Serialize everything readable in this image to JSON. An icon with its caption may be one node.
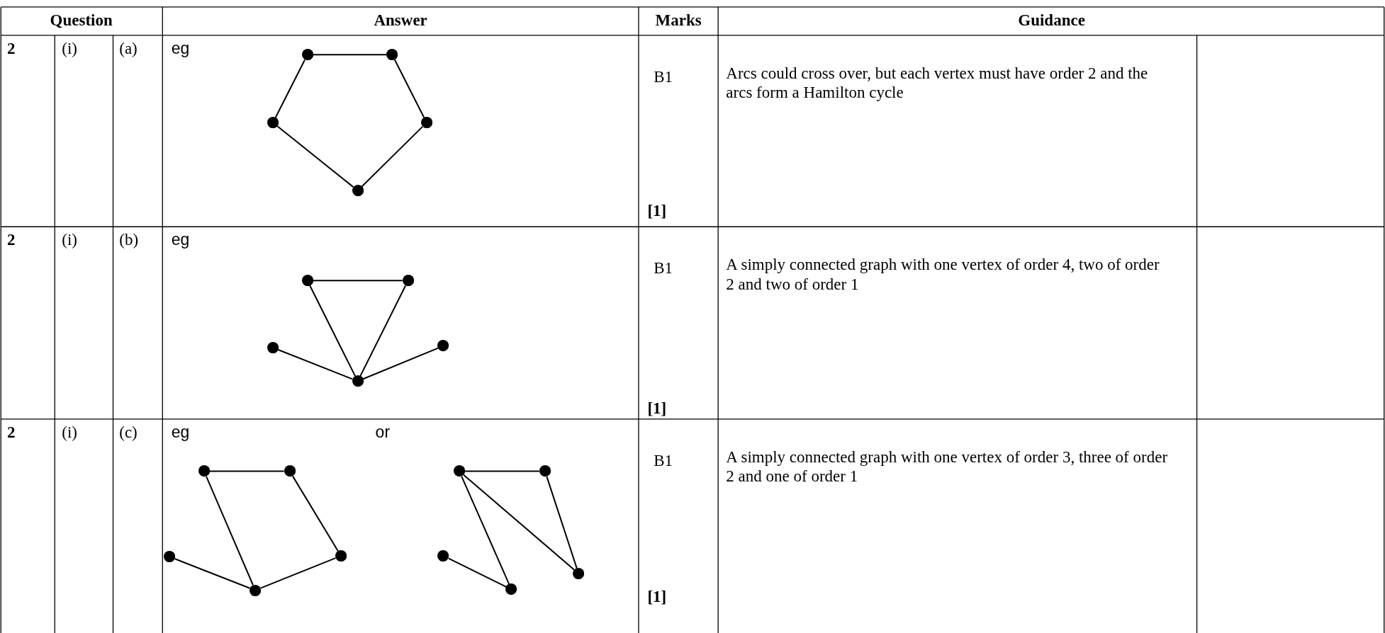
{
  "diagram": {
    "nodes": [
      {
        "text": [],
        "shape": "circle"
      },
      {
        "text": [],
        "shape": "circle"
      },
      {
        "text": [],
        "shape": "circle"
      },
      {
        "text": [],
        "shape": "circle"
      },
      {
        "text": [],
        "shape": "circle"
      },
      {
        "text": [],
        "shape": "circle"
      },
      {
        "text": [],
        "shape": "circle"
      },
      {
        "text": [],
        "shape": "circle"
      },
      {
        "text": [],
        "shape": "circle"
      },
      {
        "text": [],
        "shape": "circle"
      },
      {
        "text": [],
        "shape": "circle"
      },
      {
        "text": [],
        "shape": "circle"
      },
      {
        "text": [],
        "shape": "circle"
      },
      {
        "text": [],
        "shape": "circle"
      },
      {
        "text": [],
        "shape": "circle"
      },
      {
        "text": [],
        "shape": "circle"
      },
      {
        "text": [],
        "shape": "circle"
      },
      {
        "text": [],
        "shape": "circle"
      },
      {
        "text": [],
        "shape": "circle"
      },
      {
        "text": [],
        "shape": "circle"
      }
    ],
    "edges": [
      {
        "from": 0,
        "to": 1,
        "arrow": "none"
      },
      {
        "from": 1,
        "to": 2,
        "arrow": "none"
      },
      {
        "from": 2,
        "to": 3,
        "arrow": "none"
      },
      {
        "from": 3,
        "to": 4,
        "arrow": "none"
      },
      {
        "from": 4,
        "to": 0,
        "arrow": "none"
      },
      {
        "from": 5,
        "to": 6,
        "arrow": "none"
      },
      {
        "from": 5,
        "to": 8,
        "arrow": "none"
      },
      {
        "from": 6,
        "to": 8,
        "arrow": "none"
      },
      {
        "from": 7,
        "to": 8,
        "arrow": "none"
      },
      {
        "from": 9,
        "to": 8,
        "arrow": "none"
      },
      {
        "from": 10,
        "to": 11,
        "arrow": "none"
      },
      {
        "from": 11,
        "to": 14,
        "arrow": "none"
      },
      {
        "from": 14,
        "to": 13,
        "arrow": "none"
      },
      {
        "from": 10,
        "to": 13,
        "arrow": "none"
      },
      {
        "from": 12,
        "to": 13,
        "arrow": "none"
      },
      {
        "from": 15,
        "to": 16,
        "arrow": "none"
      },
      {
        "from": 16,
        "to": 19,
        "arrow": "none"
      },
      {
        "from": 15,
        "to": 19,
        "arrow": "none"
      },
      {
        "from": 15,
        "to": 18,
        "arrow": "none"
      },
      {
        "from": 17,
        "to": 18,
        "arrow": "none"
      }
    ],
    "labels": [
      "Question",
      "Answer",
      "Marks",
      "Guidance",
      "2",
      "(i)",
      "(a)",
      "eg",
      "B1",
      "Arcs could cross over, but each vertex must have order 2 and the arcs form a Hamilton cycle",
      "[1]",
      "2",
      "(i)",
      "(b)",
      "eg",
      "B1",
      "A simply connected graph with one vertex of order 4, two of order 2 and two of order 1",
      "[1]",
      "2",
      "(i)",
      "(c)",
      "eg",
      "or",
      "B1",
      "A simply connected graph with one vertex of order 3, three of order 2 and one of order 1",
      "[1]"
    ]
  }
}
